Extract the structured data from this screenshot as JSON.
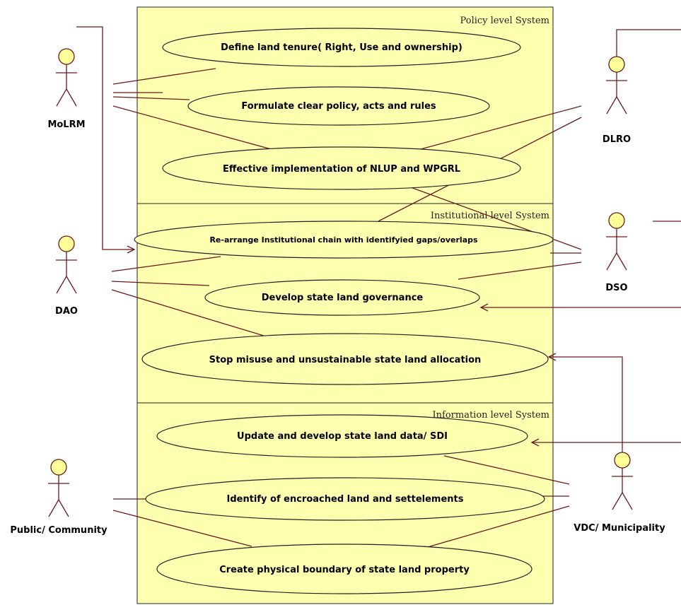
{
  "packages": [
    {
      "label": "Policy level System"
    },
    {
      "label": "Institutional level System"
    },
    {
      "label": "Information level System"
    }
  ],
  "use_cases": [
    {
      "label": "Define land tenure( Right, Use and ownership)"
    },
    {
      "label": "Formulate clear policy, acts and rules"
    },
    {
      "label": "Effective implementation of NLUP and WPGRL"
    },
    {
      "label": "Re-arrange Institutional chain with identifyied gaps/overlaps"
    },
    {
      "label": "Develop state land governance"
    },
    {
      "label": "Stop misuse and unsustainable state land allocation"
    },
    {
      "label": "Update and develop state land data/ SDI"
    },
    {
      "label": "Identify of encroached land and settelements"
    },
    {
      "label": "Create physical boundary of state land property"
    }
  ],
  "actors": [
    {
      "label": "MoLRM"
    },
    {
      "label": "DLRO"
    },
    {
      "label": "DAO"
    },
    {
      "label": "DSO"
    },
    {
      "label": "Public/ Community"
    },
    {
      "label": "VDC/ Municipality"
    }
  ],
  "colors": {
    "package_fill": "#ffffb0",
    "line": "#6b1a1a",
    "actor_head": "#ffff99"
  }
}
